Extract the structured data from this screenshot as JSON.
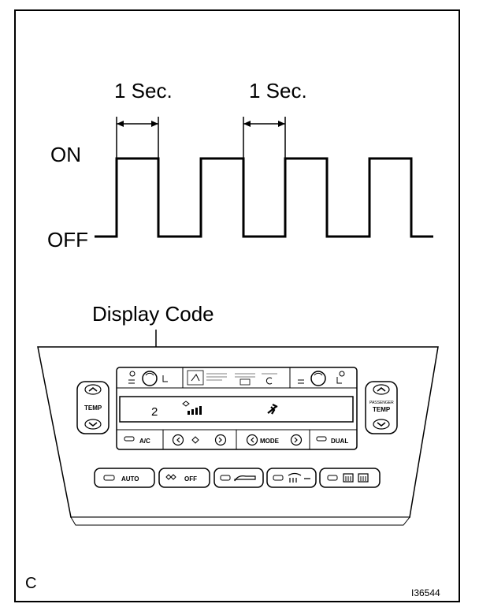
{
  "timing": {
    "interval_label_1": "1 Sec.",
    "interval_label_2": "1 Sec.",
    "on_label": "ON",
    "off_label": "OFF"
  },
  "callout": {
    "label": "Display Code",
    "code_digit": "2"
  },
  "panel": {
    "left_temp_label": "TEMP",
    "right_temp_top": "PASSENGER",
    "right_temp_label": "TEMP",
    "ac_label": "A/C",
    "mode_label": "MODE",
    "dual_label": "DUAL",
    "auto_label": "AUTO",
    "off_label": "OFF"
  },
  "footer": {
    "corner_letter": "C",
    "figure_id": "I36544"
  }
}
